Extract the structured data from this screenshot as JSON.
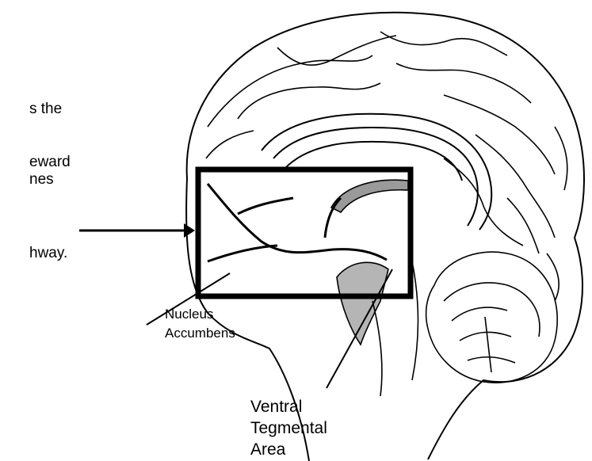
{
  "side_text": {
    "line1": "s the",
    "line2": "eward",
    "line3": "nes",
    "line4": "hway."
  },
  "labels": {
    "nucleus_accumbens": [
      "Nucleus",
      "Accumbens"
    ],
    "ventral_tegmental_area": [
      "Ventral",
      "Tegmental",
      "Area"
    ]
  }
}
